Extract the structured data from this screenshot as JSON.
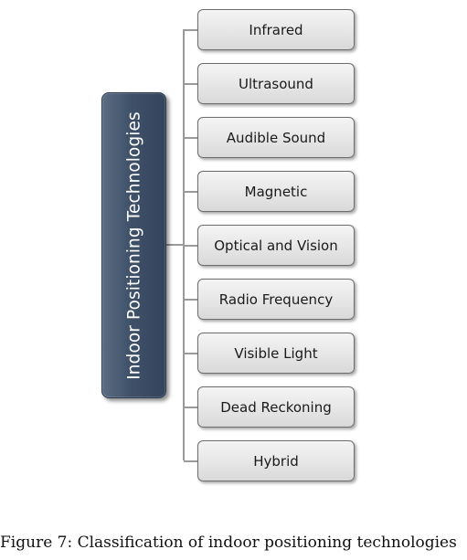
{
  "diagram": {
    "root": {
      "label": "Indoor Positioning Technologies"
    },
    "children": [
      {
        "label": "Infrared"
      },
      {
        "label": "Ultrasound"
      },
      {
        "label": "Audible Sound"
      },
      {
        "label": "Magnetic"
      },
      {
        "label": "Optical and Vision"
      },
      {
        "label": "Radio Frequency"
      },
      {
        "label": "Visible Light"
      },
      {
        "label": "Dead Reckoning"
      },
      {
        "label": "Hybrid"
      }
    ],
    "colors": {
      "root_fill": "#3f5169",
      "child_fill": "#e6e6e6",
      "connector": "#9a9a9a",
      "root_text": "#ffffff",
      "child_text": "#1a1a1a"
    }
  },
  "caption": "Figure 7: Classification of indoor positioning technologies"
}
